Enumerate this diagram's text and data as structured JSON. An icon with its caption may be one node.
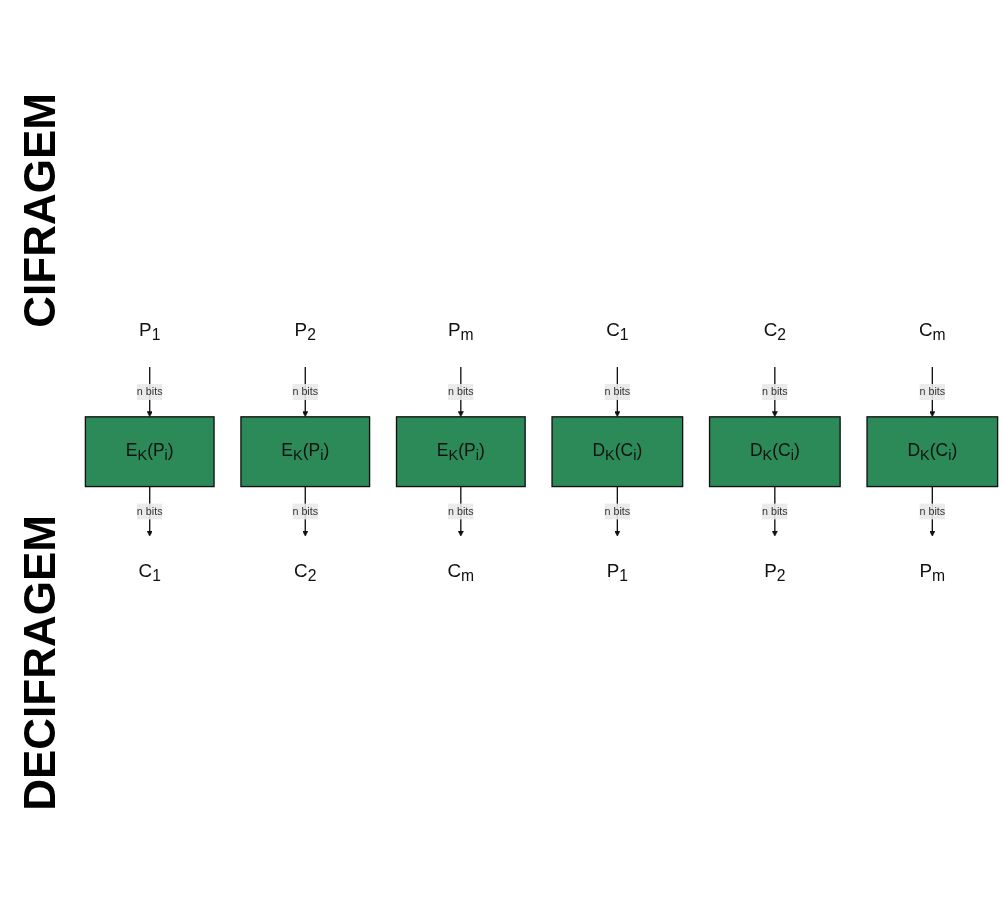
{
  "diagram": {
    "nodes": [
      {
        "text": [
          "P$_{1}$"
        ]
      },
      {
        "text": [
          "P$_{2}$"
        ]
      },
      {
        "text": [
          "P$_{m}$"
        ]
      },
      {
        "text": [
          "E$_{K}$(P$_{i}$)"
        ]
      },
      {
        "text": [
          "E$_{K}$(P$_{i}$)"
        ]
      },
      {
        "text": [
          "E$_{K}$(P$_{i}$)"
        ]
      },
      {
        "text": [
          "C$_{1}$"
        ]
      },
      {
        "text": [
          "C$_{2}$"
        ]
      },
      {
        "text": [
          "C$_{m}$"
        ]
      },
      {
        "text": [
          "C$_{1}$"
        ]
      },
      {
        "text": [
          "C$_{2}$"
        ]
      },
      {
        "text": [
          "C$_{m}$"
        ]
      },
      {
        "text": [
          "D$_{K}$(C$_{i}$)"
        ]
      },
      {
        "text": [
          "D$_{K}$(C$_{i}$)"
        ]
      },
      {
        "text": [
          "D$_{K}$(C$_{i}$)"
        ]
      },
      {
        "text": [
          "P$_{1}$"
        ]
      },
      {
        "text": [
          "P$_{2}$"
        ]
      },
      {
        "text": [
          "P$_{m}$"
        ]
      }
    ],
    "edges": [
      {
        "from": 0,
        "to": 3,
        "arrow": "to",
        "label": "n bits"
      },
      {
        "from": 3,
        "to": 6,
        "arrow": "to",
        "label": "n bits"
      },
      {
        "from": 1,
        "to": 4,
        "arrow": "to",
        "label": "n bits"
      },
      {
        "from": 4,
        "to": 7,
        "arrow": "to",
        "label": "n bits"
      },
      {
        "from": 2,
        "to": 5,
        "arrow": "to",
        "label": "n bits"
      },
      {
        "from": 5,
        "to": 8,
        "arrow": "to",
        "label": "n bits"
      },
      {
        "from": 9,
        "to": 12,
        "arrow": "to",
        "label": "n bits"
      },
      {
        "from": 12,
        "to": 15,
        "arrow": "to",
        "label": "n bits"
      },
      {
        "from": 10,
        "to": 13,
        "arrow": "to",
        "label": "n bits"
      },
      {
        "from": 13,
        "to": 16,
        "arrow": "to",
        "label": "n bits"
      },
      {
        "from": 11,
        "to": 14,
        "arrow": "to",
        "label": "n bits"
      },
      {
        "from": 14,
        "to": 17,
        "arrow": "to",
        "label": "n bits"
      }
    ],
    "labels": [
      "CIFRAGEM",
      "DECIFRAGEM"
    ]
  }
}
